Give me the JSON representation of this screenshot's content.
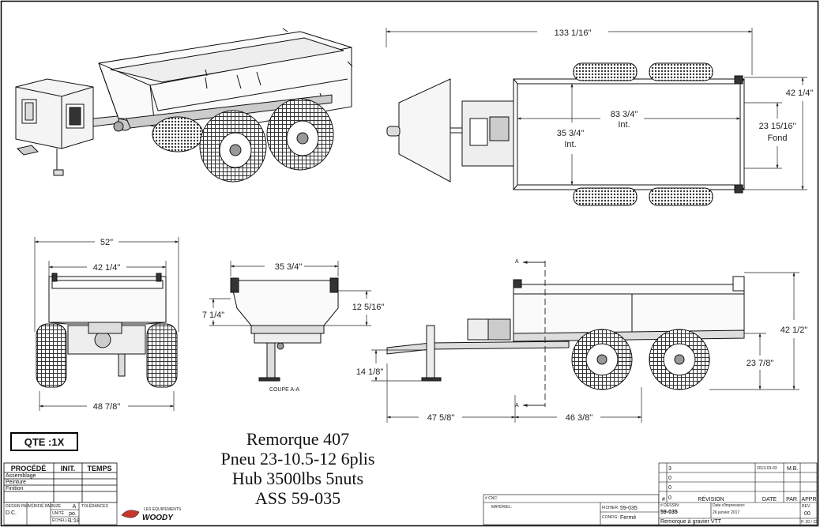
{
  "dimensions": {
    "top_length": "133 1/16\"",
    "top_inner_length": "83 3/4\"",
    "top_inner_length_sub": "Int.",
    "top_inner_width": "35 3/4\"",
    "top_inner_width_sub": "Int.",
    "right_width": "42 1/4\"",
    "right_floor": "23 15/16\"",
    "right_floor_sub": "Fond",
    "front_overall": "52\"",
    "front_box": "42 1/4\"",
    "front_wheels": "48 7/8\"",
    "section_width": "35 3/4\"",
    "section_h1": "12 5/16\"",
    "section_h2": "7 1/4\"",
    "section_caption": "COUPE A-A",
    "side_hitch_h": "14 1/8\"",
    "side_front": "47 5/8\"",
    "side_rear": "46 3/8\"",
    "side_total_h": "42 1/2\"",
    "side_axle_h": "23 7/8\"",
    "section_marker": "A"
  },
  "qty_label": "QTE :1X",
  "description_lines": [
    "Remorque 407",
    "Pneu 23-10.5-12 6plis",
    "Hub 3500lbs 5nuts",
    "ASS 59-035"
  ],
  "process_table": {
    "headers": [
      "PROCÉDÉ",
      "INIT.",
      "TEMPS"
    ],
    "rows": [
      "Assemblage",
      "Peinture",
      "Finition"
    ]
  },
  "title_block": {
    "drawn_by_label": "DESSIN PAR",
    "drawn_by": "D.C.",
    "checked_label": "VÉRIFIÉ PAR",
    "size_label": "SIZE",
    "size": "A",
    "unit_label": "UNITÉ",
    "unit": "po.",
    "scale_label": "ÉCHELLE",
    "scale": "1:18",
    "tolerance_label": "TOLÉRANCES",
    "brand_small": "LES ÉQUIPEMENTS",
    "brand": "WOODY",
    "cnc_label": "# CNC:",
    "material_label": "MATÉRIEL:",
    "file_label": "FICHIER:",
    "file": "59-035",
    "config_label": "CONFIG:",
    "config": "Fermé",
    "drawing_no_label": "# DESSIN:",
    "drawing_no": "59-035",
    "print_date_label": "Date d'impression:",
    "print_date": "26 janvier 2017",
    "title": "Remorque à gravier VTT",
    "rev_label": "REV.",
    "rev": "00",
    "page": "P. 20 / 22",
    "revisions_label": "RÉVISION",
    "date_label": "DATE",
    "par_label": "PAR",
    "appr_label": "APPR",
    "rev_numbers": [
      "3",
      "0",
      "0",
      "0",
      "#"
    ],
    "rev_date": "2013-03-03",
    "rev_by": "M.B."
  }
}
